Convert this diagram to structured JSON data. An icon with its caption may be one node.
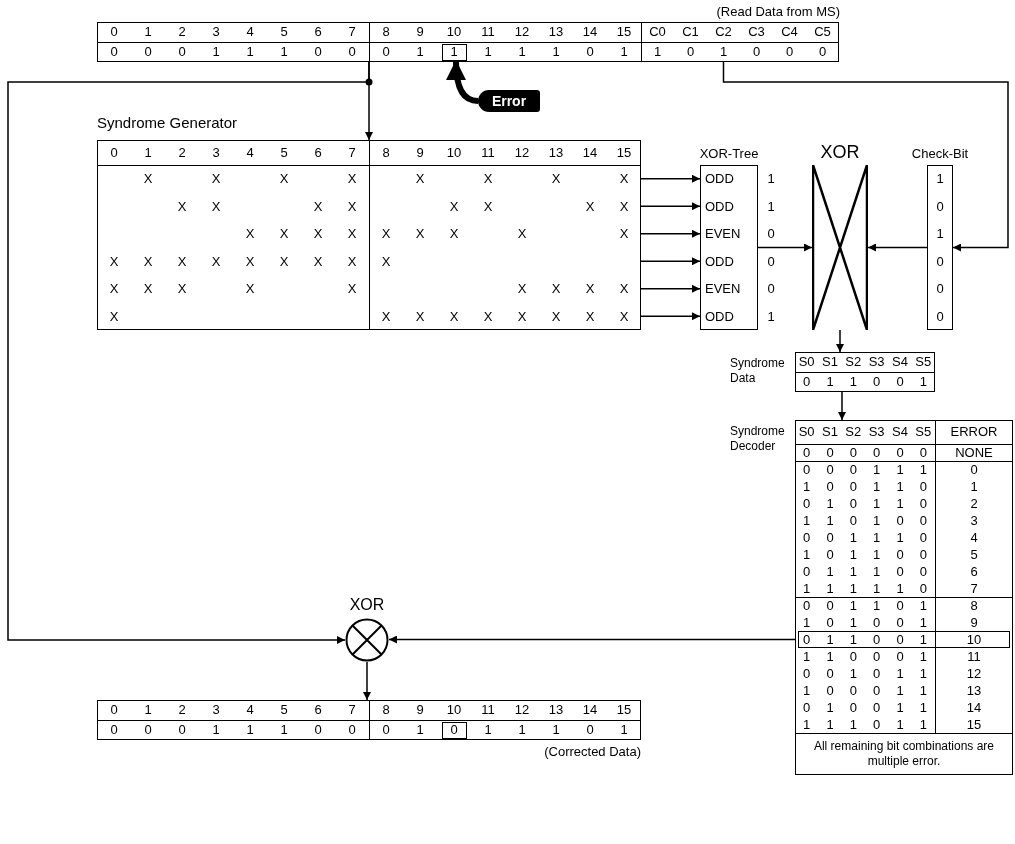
{
  "diagram": {
    "nodes": [
      {
        "text": [
          "(Read Data from MS)",
          "0",
          "1",
          "2",
          "3",
          "4",
          "5",
          "6",
          "7",
          "8",
          "9",
          "10",
          "11",
          "12",
          "13",
          "14",
          "15",
          "C0",
          "C1",
          "C2",
          "C3",
          "C4",
          "C5",
          "0",
          "0",
          "0",
          "1",
          "1",
          "1",
          "0",
          "0",
          "0",
          "1",
          "1",
          "1",
          "1",
          "1",
          "0",
          "1",
          "1",
          "0",
          "1",
          "0",
          "0",
          "0"
        ]
      },
      {
        "text": [
          "Syndrome Generator",
          "0",
          "1",
          "2",
          "3",
          "4",
          "5",
          "6",
          "7",
          "8",
          "9",
          "10",
          "11",
          "12",
          "13",
          "14",
          "15",
          "X",
          "X",
          "X",
          "X",
          "X",
          "X",
          "X",
          "X",
          "X",
          "X",
          "X",
          "X",
          "X",
          "X",
          "X",
          "X",
          "X",
          "X",
          "X",
          "X",
          "X",
          "X",
          "X",
          "X",
          "X",
          "X",
          "X",
          "X",
          "X",
          "X",
          "X",
          "X",
          "X",
          "X",
          "X",
          "X",
          "X",
          "X",
          "X",
          "X",
          "X",
          "X",
          "X",
          "X",
          "X",
          "X",
          "X",
          "X",
          "X",
          "X",
          "X",
          "X"
        ]
      },
      {
        "text": [
          "XOR-Tree",
          "ODD",
          "ODD",
          "EVEN",
          "ODD",
          "EVEN",
          "ODD"
        ],
        "beside": [
          "1",
          "1",
          "0",
          "0",
          "0",
          "1"
        ]
      },
      {
        "text": [
          "XOR"
        ]
      },
      {
        "text": [
          "Check-Bit",
          "1",
          "0",
          "1",
          "0",
          "0",
          "0"
        ]
      },
      {
        "text": [
          "Syndrome Data",
          "S0",
          "S1",
          "S2",
          "S3",
          "S4",
          "S5",
          "0",
          "1",
          "1",
          "0",
          "0",
          "1"
        ]
      },
      {
        "text": [
          "Syndrome Decoder",
          "S0",
          "S1",
          "S2",
          "S3",
          "S4",
          "S5",
          "ERROR",
          "0",
          "0",
          "0",
          "0",
          "0",
          "0",
          "NONE",
          "0",
          "0",
          "0",
          "1",
          "1",
          "1",
          "0",
          "1",
          "0",
          "0",
          "1",
          "1",
          "0",
          "1",
          "0",
          "1",
          "0",
          "1",
          "1",
          "0",
          "2",
          "1",
          "1",
          "0",
          "1",
          "0",
          "0",
          "3",
          "0",
          "0",
          "1",
          "1",
          "1",
          "0",
          "4",
          "1",
          "0",
          "1",
          "1",
          "0",
          "0",
          "5",
          "0",
          "1",
          "1",
          "1",
          "0",
          "0",
          "6",
          "1",
          "1",
          "1",
          "1",
          "1",
          "0",
          "7",
          "0",
          "0",
          "1",
          "1",
          "0",
          "1",
          "8",
          "1",
          "0",
          "1",
          "0",
          "0",
          "1",
          "9",
          "0",
          "1",
          "1",
          "0",
          "0",
          "1",
          "10",
          "1",
          "1",
          "0",
          "0",
          "0",
          "1",
          "11",
          "0",
          "0",
          "1",
          "0",
          "1",
          "1",
          "12",
          "1",
          "0",
          "0",
          "0",
          "1",
          "1",
          "13",
          "0",
          "1",
          "0",
          "0",
          "1",
          "1",
          "14",
          "1",
          "1",
          "1",
          "0",
          "1",
          "1",
          "15",
          "All remaining bit combinations are multiple error."
        ]
      },
      {
        "text": [
          "XOR"
        ]
      },
      {
        "text": [
          "0",
          "1",
          "2",
          "3",
          "4",
          "5",
          "6",
          "7",
          "8",
          "9",
          "10",
          "11",
          "12",
          "13",
          "14",
          "15",
          "0",
          "0",
          "0",
          "1",
          "1",
          "1",
          "0",
          "0",
          "0",
          "1",
          "0",
          "1",
          "1",
          "1",
          "0",
          "1",
          "(Corrected Data)"
        ]
      },
      {
        "text": [
          "Error"
        ]
      }
    ],
    "edges": [
      {
        "from": 0,
        "to": 1,
        "arrow": "to"
      },
      {
        "from": 0,
        "to": 7,
        "arrow": "to"
      },
      {
        "from": 0,
        "to": 4,
        "arrow": "to"
      },
      {
        "from": 1,
        "to": 2,
        "arrow": "to"
      },
      {
        "from": 1,
        "to": 2,
        "arrow": "to"
      },
      {
        "from": 1,
        "to": 2,
        "arrow": "to"
      },
      {
        "from": 1,
        "to": 2,
        "arrow": "to"
      },
      {
        "from": 1,
        "to": 2,
        "arrow": "to"
      },
      {
        "from": 1,
        "to": 2,
        "arrow": "to"
      },
      {
        "from": 2,
        "to": 3,
        "arrow": "to"
      },
      {
        "from": 4,
        "to": 3,
        "arrow": "to"
      },
      {
        "from": 3,
        "to": 5,
        "arrow": "to"
      },
      {
        "from": 5,
        "to": 6,
        "arrow": "to"
      },
      {
        "from": 6,
        "to": 7,
        "arrow": "to"
      },
      {
        "from": 7,
        "to": 8,
        "arrow": "to"
      },
      {
        "from": 9,
        "to": 0,
        "arrow": "to",
        "style": "thick"
      }
    ]
  }
}
